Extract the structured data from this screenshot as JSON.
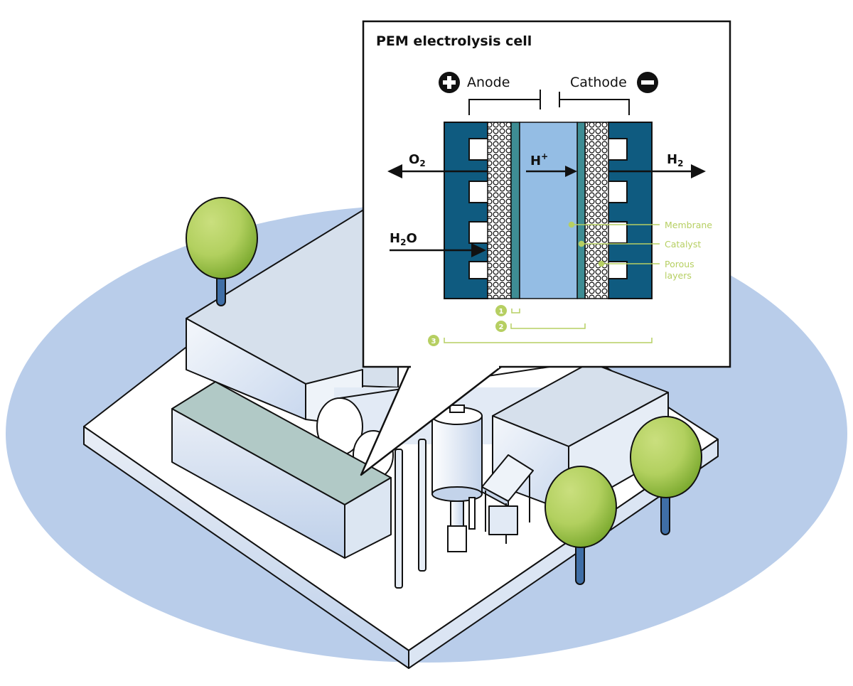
{
  "diagram": {
    "title": "PEM electrolysis cell",
    "electrodes": {
      "anode_label": "Anode",
      "cathode_label": "Cathode",
      "anode_sign": "+",
      "cathode_sign": "−"
    },
    "species": {
      "oxygen": {
        "base": "O",
        "sub": "2"
      },
      "hydrogen": {
        "base": "H",
        "sub": "2"
      },
      "proton": {
        "base": "H",
        "sup": "+"
      },
      "water": {
        "base": "H",
        "sub": "2",
        "tail": "O"
      }
    },
    "layer_labels": {
      "membrane": "Membrane",
      "catalyst": "Catalyst",
      "porous_line1": "Porous",
      "porous_line2": "layers"
    },
    "scale_markers": [
      "1",
      "2",
      "3"
    ],
    "colors": {
      "flow_field": "#0f5b80",
      "membrane": "#94bde4",
      "catalyst": "#3e8d94",
      "label_green": "#b6cf62",
      "ground_ellipse": "#b9cdea",
      "tree_foliage": "#8fbf3f",
      "tree_trunk": "#3f6ea6"
    }
  }
}
